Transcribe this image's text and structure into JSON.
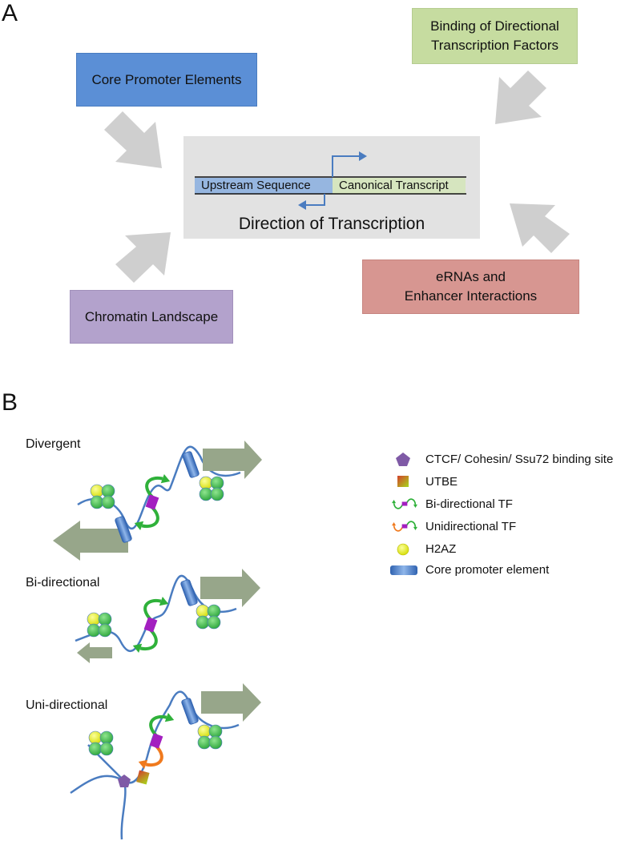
{
  "panel_a": {
    "label": "A",
    "core_promoter": "Core Promoter Elements",
    "binding_tf": "Binding of Directional\nTranscription Factors",
    "chromatin": "Chromatin Landscape",
    "erna": "eRNAs and\nEnhancer Interactions",
    "upstream": "Upstream Sequence",
    "canonical": "Canonical Transcript",
    "direction_title": "Direction of Transcription"
  },
  "panel_b": {
    "label": "B",
    "modes": [
      "Divergent",
      "Bi-directional",
      "Uni-directional"
    ],
    "legend": [
      {
        "label": "CTCF/ Cohesin/ Ssu72 binding site",
        "icon": "pentagon-icon"
      },
      {
        "label": "UTBE",
        "icon": "gradient-square-icon"
      },
      {
        "label": "Bi-directional TF",
        "icon": "bi-tf-icon"
      },
      {
        "label": "Unidirectional TF",
        "icon": "uni-tf-icon"
      },
      {
        "label": "H2AZ",
        "icon": "yellow-circle-icon"
      },
      {
        "label": "Core promoter element",
        "icon": "cylinder-icon"
      }
    ]
  },
  "colors": {
    "core_promoter": "#5b8fd6",
    "binding_tf": "#c6dca0",
    "chromatin": "#b3a2cc",
    "erna": "#d79691",
    "center": "#e2e2e2",
    "upstream": "#96b6e0",
    "canonical": "#d6e5bf",
    "arrow_gray": "#cfcfcf",
    "transcription_arrow": "#97a68a",
    "dna": "#4a7cc0",
    "tf_green": "#2fb13a",
    "tf_orange": "#f07a1e",
    "tf_purple": "#a31fc0",
    "nucleosome": "#44c94c",
    "h2az": "#eaf21a",
    "ctcf": "#7f5aa6"
  }
}
